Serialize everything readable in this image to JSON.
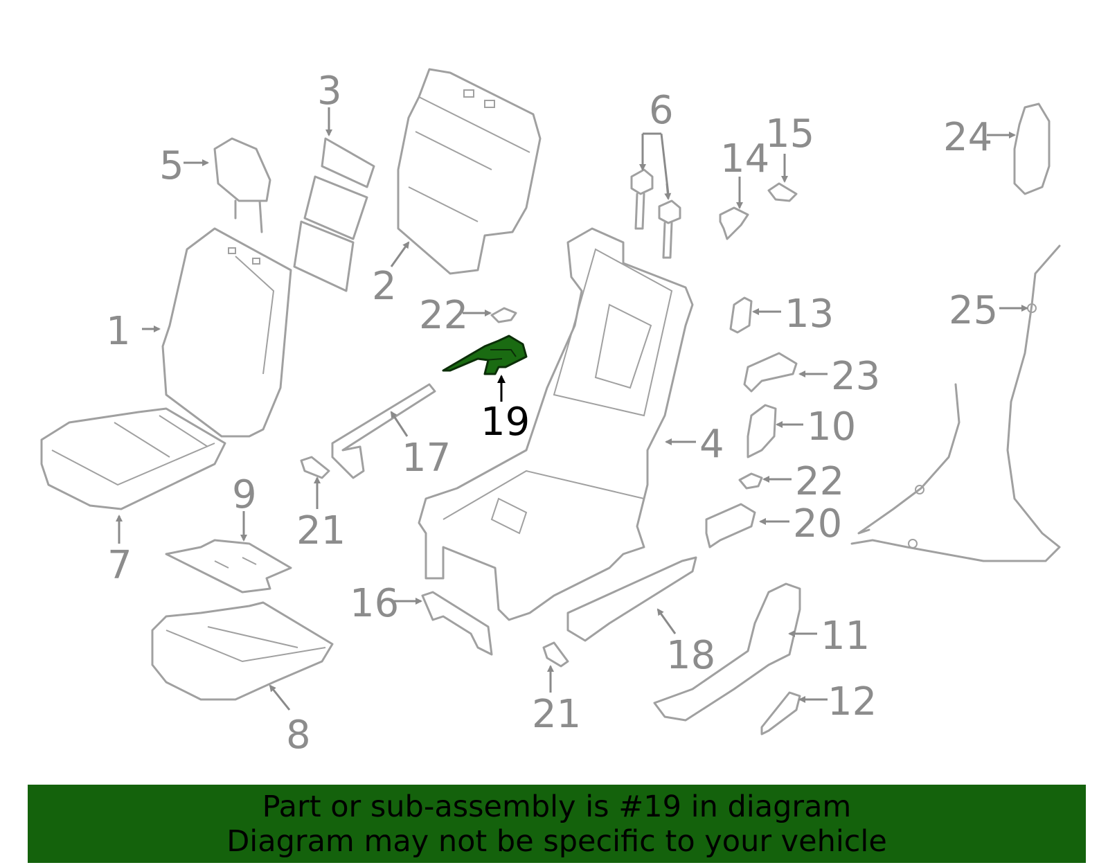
{
  "diagram": {
    "highlight_part": "19",
    "highlight_color": "#1a6b12",
    "callouts": [
      "1",
      "2",
      "3",
      "4",
      "5",
      "6",
      "7",
      "8",
      "9",
      "10",
      "11",
      "12",
      "13",
      "14",
      "15",
      "16",
      "17",
      "18",
      "19",
      "20",
      "21",
      "21",
      "22",
      "22",
      "23",
      "24",
      "25"
    ]
  },
  "banner": {
    "line1": "Part or sub-assembly is #19 in diagram",
    "line2": "Diagram may not be specific to your vehicle",
    "background": "#14620c"
  }
}
